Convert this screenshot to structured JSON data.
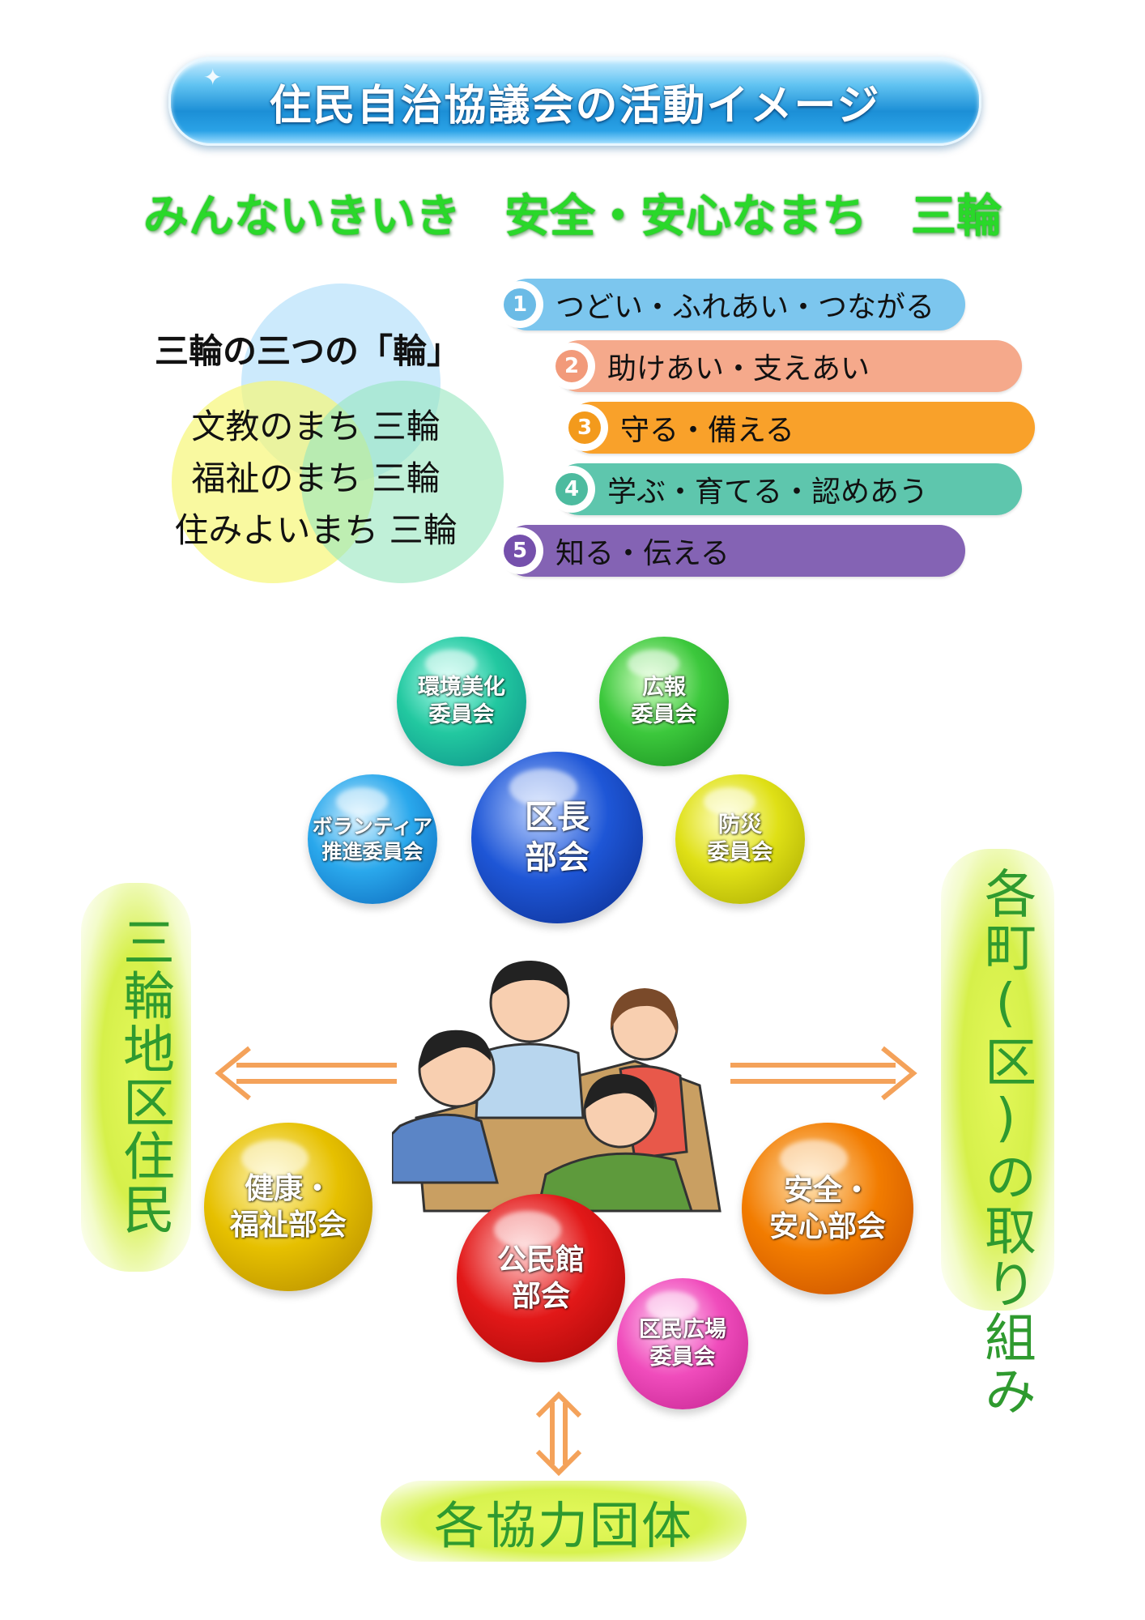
{
  "title": "住民自治協議会の活動イメージ",
  "slogan": [
    "みんないきいき",
    "安全・安心なまち",
    "三輪"
  ],
  "rings": {
    "title": "三輪の三つの「輪」",
    "lines": [
      "文教のまち 三輪",
      "福祉のまち 三輪",
      "住みよいまち 三輪"
    ]
  },
  "bars": [
    {
      "num": "1",
      "label": "つどい・ふれあい・つながる",
      "color": "#7cc6ee",
      "num_color": "#6bbbe6"
    },
    {
      "num": "2",
      "label": "助けあい・支えあい",
      "color": "#f5a98b",
      "num_color": "#f29a7a"
    },
    {
      "num": "3",
      "label": "守る・備える",
      "color": "#f9a12a",
      "num_color": "#f39a1c"
    },
    {
      "num": "4",
      "label": "学ぶ・育てる・認めあう",
      "color": "#5ec6ad",
      "num_color": "#4dbb9f"
    },
    {
      "num": "5",
      "label": "知る・伝える",
      "color": "#8463b4",
      "num_color": "#7550ac"
    }
  ],
  "bubbles": {
    "env": {
      "line1": "環境美化",
      "line2": "委員会",
      "color": "#22c8a0"
    },
    "pr": {
      "line1": "広報",
      "line2": "委員会",
      "color": "#3cc83c"
    },
    "volunteer": {
      "line1": "ボランティア",
      "line2": "推進委員会",
      "color": "#2aa8ec"
    },
    "kucho": {
      "line1": "区長",
      "line2": "部会",
      "color": "#1e56d6"
    },
    "bosai": {
      "line1": "防災",
      "line2": "委員会",
      "color": "#dfe016"
    },
    "kenko": {
      "line1": "健康・",
      "line2": "福祉部会",
      "color": "#e6c000"
    },
    "anzen": {
      "line1": "安全・",
      "line2": "安心部会",
      "color": "#f27c00"
    },
    "kominkan": {
      "line1": "公民館",
      "line2": "部会",
      "color": "#e21818"
    },
    "hiroba": {
      "line1": "区民広場",
      "line2": "委員会",
      "color": "#f04cbc"
    }
  },
  "left_label": "三輪地区住民",
  "right_label": "各町(区)の取り組み",
  "bottom_label": "各協力団体",
  "colors": {
    "arrow": "#f4a25a",
    "side_text": "#2f9a2f"
  }
}
